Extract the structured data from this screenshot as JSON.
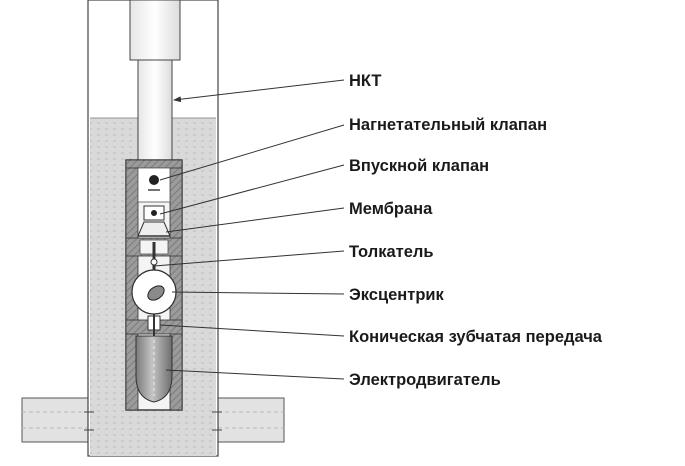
{
  "colors": {
    "fluid": "#d9d9d9",
    "casing_wall": "#ffffff",
    "outline": "#333333",
    "pump_body": "#8c8c8c",
    "motor": "#9a9a9a",
    "ground": "#e2e2e2",
    "background": "#ffffff"
  },
  "labels": [
    {
      "id": "nkt",
      "text": "НКТ"
    },
    {
      "id": "discharge-valve",
      "text": "Нагнетательный клапан"
    },
    {
      "id": "intake-valve",
      "text": "Впускной клапан"
    },
    {
      "id": "membrane",
      "text": "Мембрана"
    },
    {
      "id": "pusher",
      "text": "Толкатель"
    },
    {
      "id": "eccentric",
      "text": "Эксцентрик"
    },
    {
      "id": "bevel-gear",
      "text": "Коническая зубчатая передача"
    },
    {
      "id": "electric-motor",
      "text": "Электродвигатель"
    }
  ]
}
